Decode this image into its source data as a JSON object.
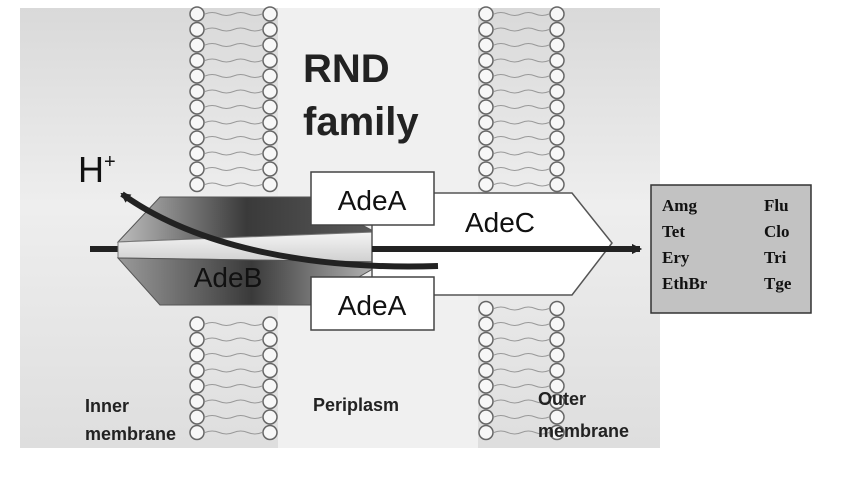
{
  "title": {
    "line1": "RND",
    "line2": "family"
  },
  "proton": {
    "base": "H",
    "superscript": "+"
  },
  "proteins": {
    "adeA_top": "AdeA",
    "adeA_bottom": "AdeA",
    "adeB": "AdeB",
    "adeC": "AdeC"
  },
  "substrates": [
    [
      "Amg",
      "Flu"
    ],
    [
      "Tet",
      "Clo"
    ],
    [
      "Ery",
      "Tri"
    ],
    [
      "EthBr",
      "Tge"
    ]
  ],
  "regions": {
    "inner_line1": "Inner",
    "inner_line2": "membrane",
    "periplasm": "Periplasm",
    "outer_line1": "Outer",
    "outer_line2": "membrane"
  },
  "colors": {
    "background": "#e6e6e6",
    "membrane_lipid": "#f7f7f7",
    "lipid_outline": "#666666",
    "adeB_dark": "#3d3d3d",
    "arrow": "#222222",
    "box_fill": "#ffffff",
    "substrate_box": "#bfbfbf"
  }
}
